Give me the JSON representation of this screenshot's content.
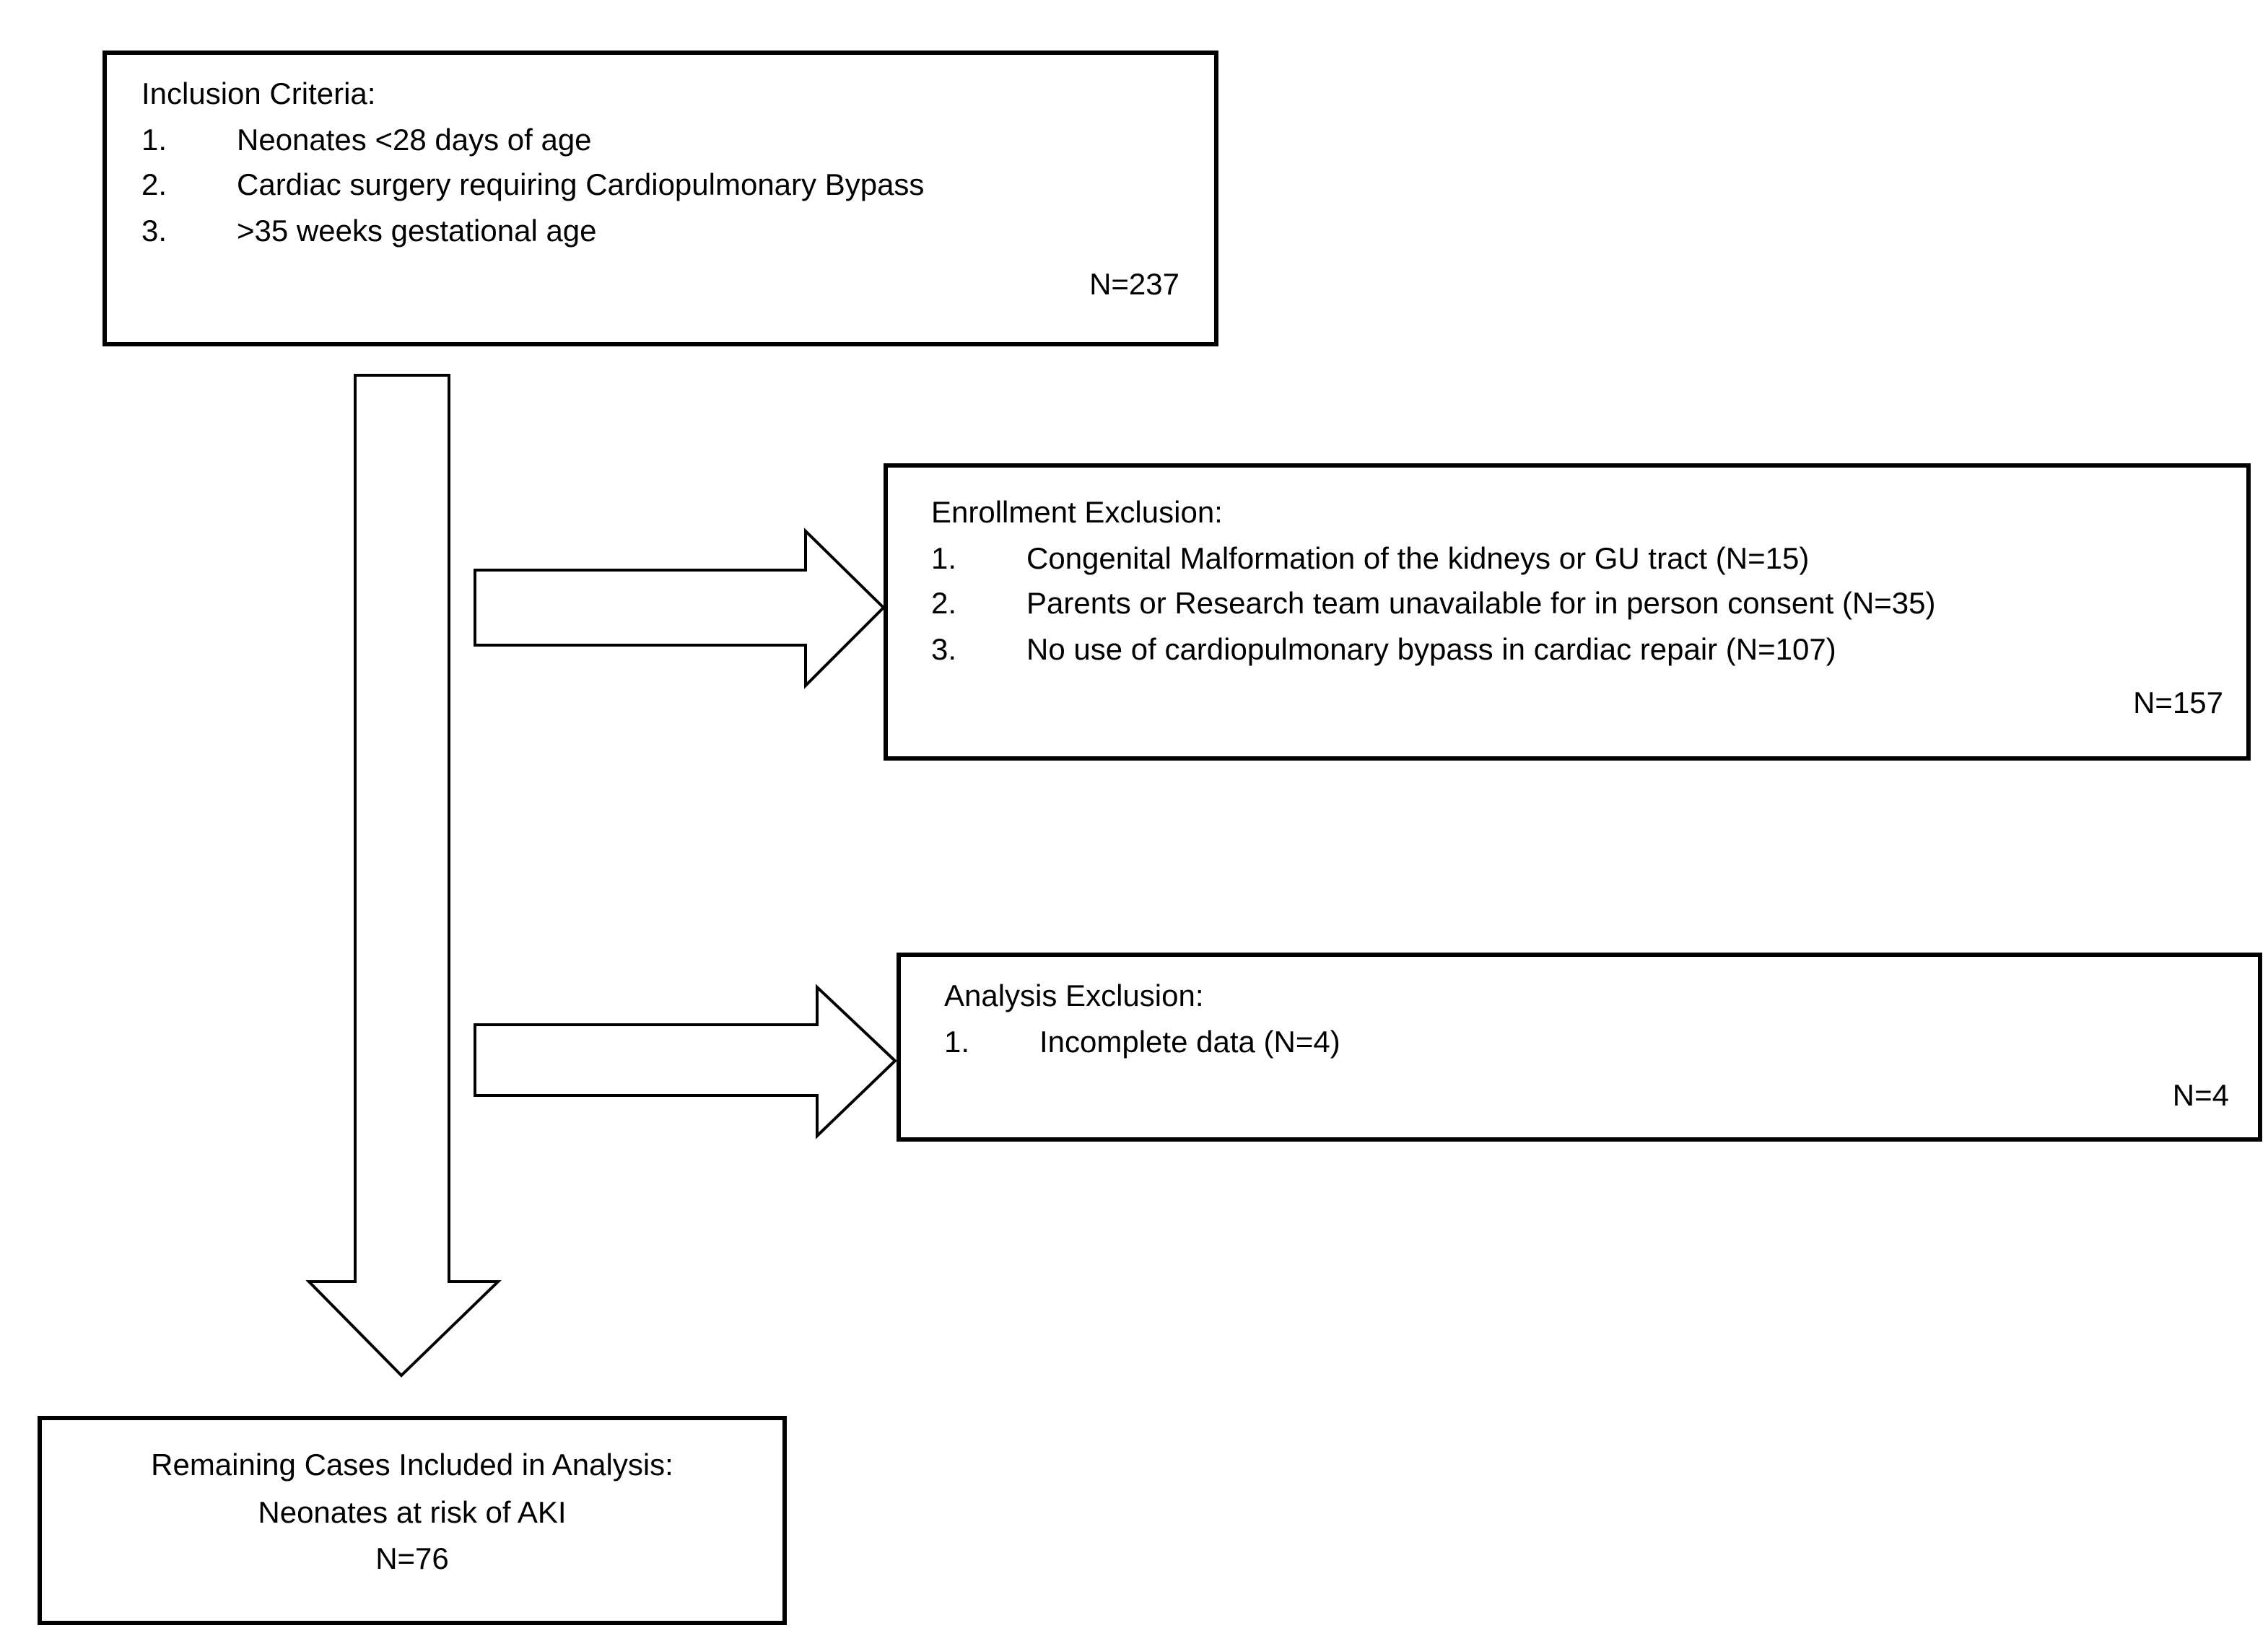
{
  "colors": {
    "background": "#ffffff",
    "line": "#000000",
    "text": "#000000"
  },
  "boxes": {
    "inclusion": {
      "title": "Inclusion Criteria:",
      "items": [
        {
          "num": "1.",
          "text": "Neonates <28 days of age"
        },
        {
          "num": "2.",
          "text": "Cardiac surgery requiring Cardiopulmonary Bypass"
        },
        {
          "num": "3.",
          "text": ">35 weeks gestational age"
        }
      ],
      "n_label": "N=237"
    },
    "enrollment": {
      "title": "Enrollment Exclusion:",
      "items": [
        {
          "num": "1.",
          "text": "Congenital Malformation of the kidneys or GU tract (N=15)"
        },
        {
          "num": "2.",
          "text": "Parents or Research team unavailable for in person consent (N=35)"
        },
        {
          "num": "3.",
          "text": "No use of cardiopulmonary bypass in cardiac repair (N=107)"
        }
      ],
      "n_label": "N=157"
    },
    "analysis": {
      "title": "Analysis Exclusion:",
      "items": [
        {
          "num": "1.",
          "text": "Incomplete data (N=4)"
        }
      ],
      "n_label": "N=4"
    },
    "remaining": {
      "lines": [
        "Remaining Cases Included in Analysis:",
        "Neonates at risk of AKI",
        "N=76"
      ]
    }
  }
}
